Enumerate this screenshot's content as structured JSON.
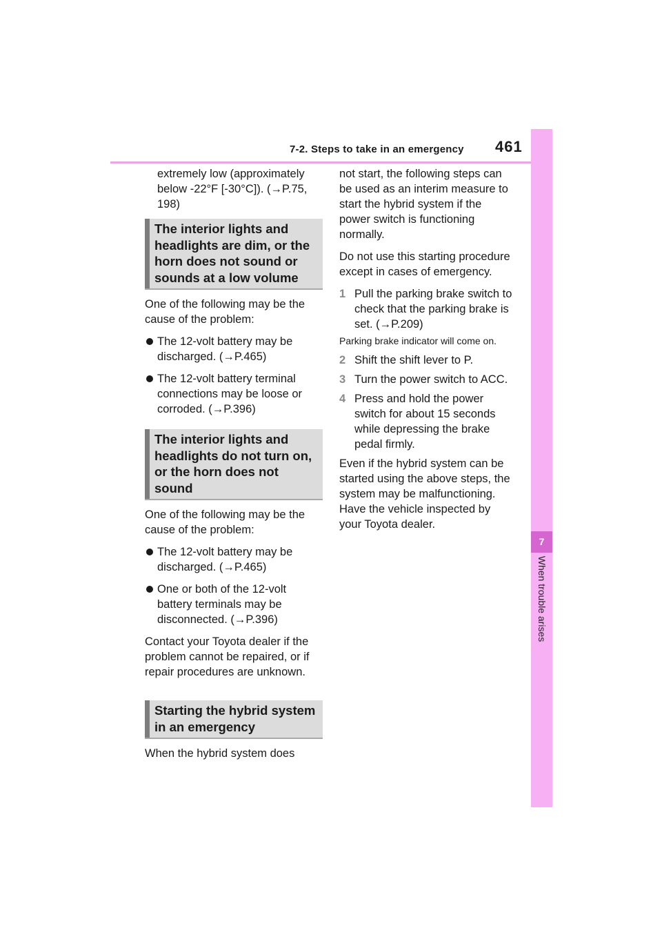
{
  "header": {
    "section_title": "7-2. Steps to take in an emergency",
    "page_number": "461"
  },
  "side_tab": {
    "chapter_number": "7",
    "chapter_title": "When trouble arises"
  },
  "left_column": {
    "intro_text": "extremely low (approximately below -22°F [-30°C]). (→P.75, 198)",
    "heading_1": "The interior lights and headlights are dim, or the horn does not sound or sounds at a low volume",
    "cause_1": "One of the following may be the cause of the problem:",
    "bullets_1": [
      "The 12-volt battery may be discharged. (→P.465)",
      "The 12-volt battery terminal connections may be loose or corroded. (→P.396)"
    ],
    "heading_2": "The interior lights and headlights do not turn on, or the horn does not sound",
    "cause_2": "One of the following may be the cause of the problem:",
    "bullets_2": [
      "The 12-volt battery may be discharged. (→P.465)",
      "One or both of the 12-volt battery terminals may be disconnected. (→P.396)"
    ],
    "contact_text": "Contact your Toyota dealer if the problem cannot be repaired, or if repair procedures are unknown.",
    "heading_3": "Starting the hybrid system in an emergency",
    "when_text": "When the hybrid system does"
  },
  "right_column": {
    "continued_text": "not start, the following steps can be used as an interim measure to start the hybrid system if the power switch is functioning normally.",
    "warning_text": "Do not use this starting procedure except in cases of emergency.",
    "steps": [
      {
        "num": "1",
        "text": "Pull the parking brake switch to check that the parking brake is set. (→P.209)"
      },
      {
        "num": "2",
        "text": "Shift the shift lever to P."
      },
      {
        "num": "3",
        "text": "Turn the power switch to ACC."
      },
      {
        "num": "4",
        "text": "Press and hold the power switch for about 15 seconds while depressing the brake pedal firmly."
      }
    ],
    "step_note": "Parking brake indicator will come on.",
    "closing_text": "Even if the hybrid system can be started using the above steps, the system may be malfunctioning. Have the vehicle inspected by your Toyota dealer."
  },
  "colors": {
    "tab_pink": "#f7b0f3",
    "tab_magenta": "#d566cf",
    "heading_gray": "#dcdcdc"
  }
}
